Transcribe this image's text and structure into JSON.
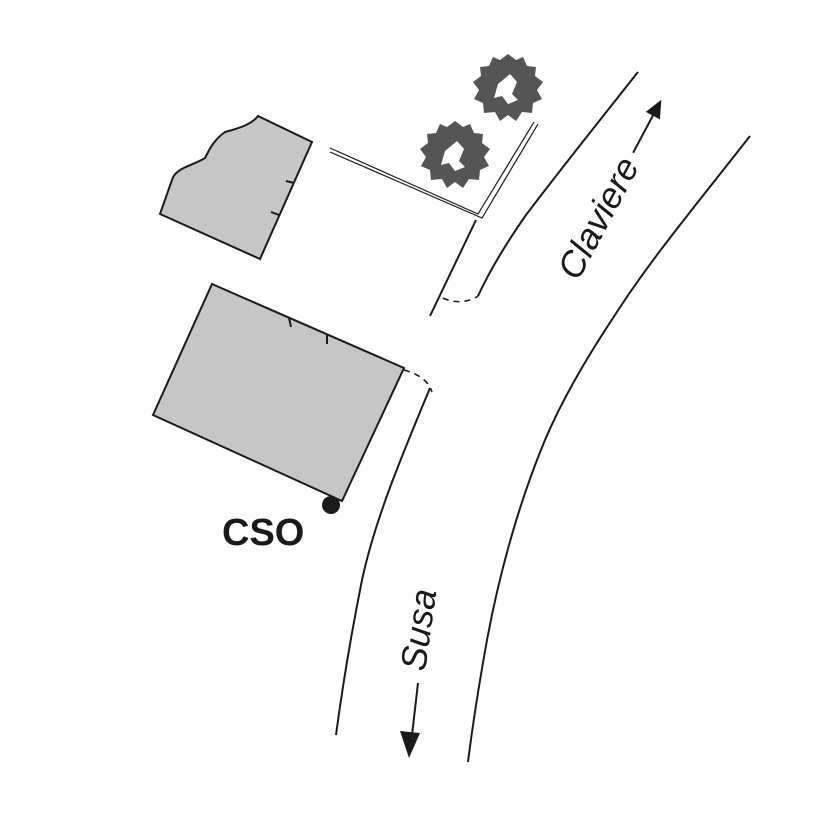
{
  "labels": {
    "station": "CSO",
    "direction_north": "Claviere",
    "direction_south": "Susa"
  },
  "colors": {
    "background": "#ffffff",
    "building_fill": "#c6c6c6",
    "line": "#1a1a1a",
    "tree": "#555555",
    "text": "#1a1a1a"
  },
  "icons": {
    "station_marker": "filled-circle",
    "tree": "tree-canopy-icon",
    "arrow": "arrow-icon"
  }
}
